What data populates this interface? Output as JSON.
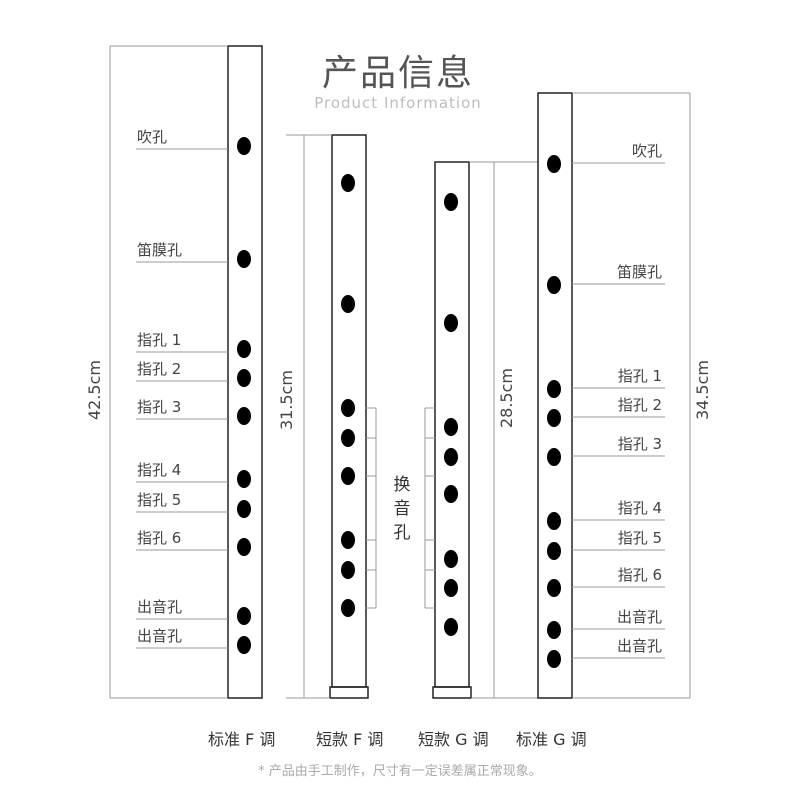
{
  "title": "产品信息",
  "subtitle": "Product Information",
  "footnote": "* 产品由手工制作，尺寸有一定误差属正常现象。",
  "switch_hole_label": "换音孔",
  "colors": {
    "line": "#999999",
    "tube": "#222222",
    "hole": "#000000",
    "text": "#444444"
  },
  "flutes": [
    {
      "id": "standard-f",
      "name": "标准 F 调",
      "length": "42.5cm",
      "holes": [
        "吹孔",
        "笛膜孔",
        "指孔 1",
        "指孔 2",
        "指孔 3",
        "指孔 4",
        "指孔 5",
        "指孔 6",
        "出音孔",
        "出音孔"
      ]
    },
    {
      "id": "short-f",
      "name": "短款 F 调",
      "length": "31.5cm",
      "holes_count": 8
    },
    {
      "id": "short-g",
      "name": "短款 G 调",
      "length": "28.5cm",
      "holes_count": 8
    },
    {
      "id": "standard-g",
      "name": "标准 G 调",
      "length": "34.5cm",
      "holes": [
        "吹孔",
        "笛膜孔",
        "指孔 1",
        "指孔 2",
        "指孔 3",
        "指孔 4",
        "指孔 5",
        "指孔 6",
        "出音孔",
        "出音孔"
      ]
    }
  ]
}
